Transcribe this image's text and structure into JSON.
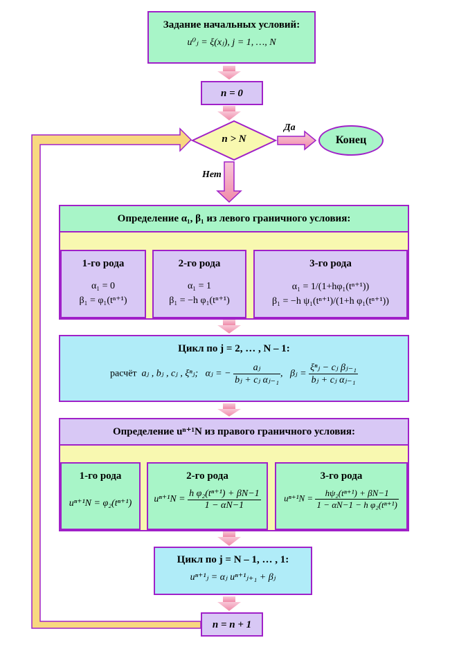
{
  "init": {
    "title": "Задание начальных условий:",
    "formula": "u⁰ⱼ = ξ(xⱼ),    j = 1, …, N"
  },
  "n_zero": "n = 0",
  "decision": {
    "condition": "n > N",
    "yes_label": "Да",
    "no_label": "Нет",
    "end_label": "Конец"
  },
  "left_boundary": {
    "title": "Определение  α₁, β₁ из левого граничного условия:",
    "kinds": [
      {
        "label": "1-го рода",
        "line1": "α₁ = 0",
        "line2": "β₁ = φ₁(tⁿ⁺¹)"
      },
      {
        "label": "2-го рода",
        "line1": "α₁ = 1",
        "line2": "β₁ = −h φ₁(tⁿ⁺¹)"
      },
      {
        "label": "3-го рода",
        "line1": "α₁ = 1/(1+hφ₁(tⁿ⁺¹))",
        "line2": "β₁ = −h ψ₁(tⁿ⁺¹)/(1+h φ₁(tⁿ⁺¹))"
      }
    ]
  },
  "forward_loop": {
    "title": "Цикл по j = 2, … , N – 1:",
    "calc_word": "расчёт",
    "calc_vars": "aⱼ , bⱼ , cⱼ , ξⁿⱼ;",
    "alpha_lhs": "αⱼ = −",
    "alpha_num": "aⱼ",
    "alpha_den": "bⱼ + cⱼ αⱼ₋₁",
    "beta_lhs": "βⱼ =",
    "beta_num": "ξⁿⱼ − cⱼ βⱼ₋₁",
    "beta_den": "bⱼ + cⱼ αⱼ₋₁"
  },
  "right_boundary": {
    "title": "Определение  uⁿ⁺¹N  из правого граничного условия:",
    "kinds": [
      {
        "label": "1-го рода",
        "lhs": "uⁿ⁺¹N =",
        "rhs": "φ₂(tⁿ⁺¹)"
      },
      {
        "label": "2-го рода",
        "lhs": "uⁿ⁺¹N =",
        "num": "h φ₂(tⁿ⁺¹) + βN−1",
        "den": "1 − αN−1"
      },
      {
        "label": "3-го рода",
        "lhs": "uⁿ⁺¹N =",
        "num": "hψ₂(tⁿ⁺¹) + βN−1",
        "den": "1 − αN−1 − h φ₂(tⁿ⁺¹)"
      }
    ]
  },
  "backward_loop": {
    "title": "Цикл по j = N – 1, … , 1:",
    "formula": "uⁿ⁺¹ⱼ = αⱼ uⁿ⁺¹ⱼ₊₁ + βⱼ"
  },
  "increment": "n = n + 1",
  "colors": {
    "border": "#a020c8",
    "green": "#a8f5c8",
    "lilac": "#d8c8f5",
    "cyan": "#b0ecf8",
    "yellow": "#f8f8b0",
    "arrow": "#f4a0b8"
  }
}
